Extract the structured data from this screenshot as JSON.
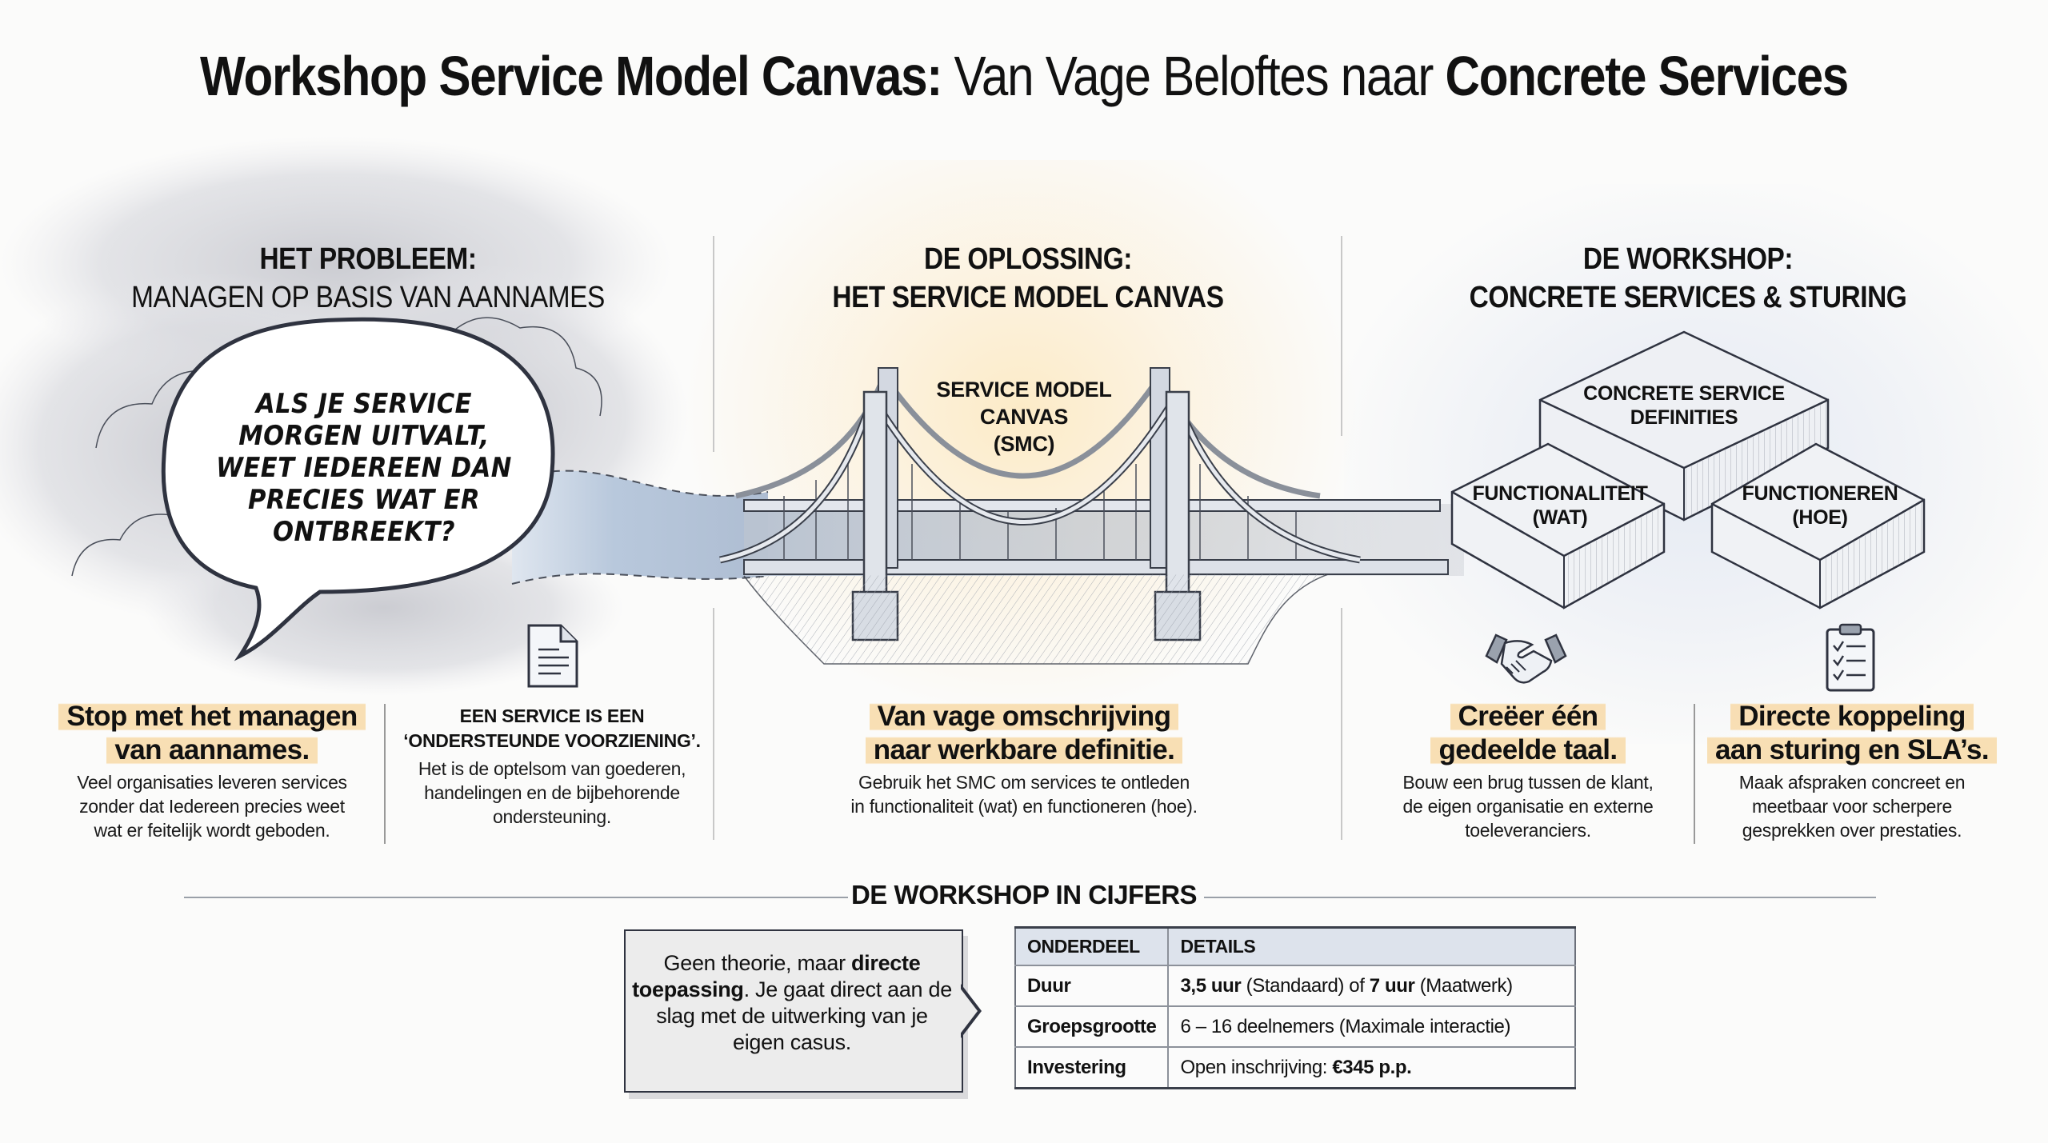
{
  "title": {
    "bold_part": "Workshop Service Model Canvas:",
    "light_part": "Van Vage Beloftes naar",
    "bold_end": "Concrete Services"
  },
  "columns": [
    {
      "id": "probleem",
      "heading_line1": "HET PROBLEEM:",
      "heading_line2": "MANAGEN OP BASIS VAN AANNAMES",
      "speech_bubble": "ALS JE SERVICE MORGEN UITVALT, WEET IEDEREEN DAN PRECIES WAT ER ONTBREEKT?",
      "speech_bubble_lines": [
        "ALS JE SERVICE",
        "MORGEN UITVALT,",
        "WEET IEDEREEN DAN",
        "PRECIES WAT ER",
        "ONTBREEKT?"
      ],
      "features": [
        {
          "title_lines": [
            "Stop met het managen",
            "van aannames."
          ],
          "description_lines": [
            "Veel organisaties leveren services",
            "zonder dat Iedereen precies weet",
            "wat er feitelijk wordt geboden."
          ],
          "icon": null
        },
        {
          "caption_lines": [
            "EEN SERVICE IS EEN",
            "‘ONDERSTEUNDE VOORZIENING’."
          ],
          "description_lines": [
            "Het is de optelsom van goederen,",
            "handelingen en de bijbehorende",
            "ondersteuning."
          ],
          "icon": "document-icon"
        }
      ]
    },
    {
      "id": "oplossing",
      "heading_line1": "DE OPLOSSING:",
      "heading_line2": "HET SERVICE MODEL CANVAS",
      "bridge_label_lines": [
        "SERVICE MODEL",
        "CANVAS",
        "(SMC)"
      ],
      "features": [
        {
          "title_lines": [
            "Van vage omschrijving",
            "naar werkbare definitie."
          ],
          "description_lines": [
            "Gebruik het SMC om services te ontleden",
            "in functionaliteit (wat) en functioneren (hoe)."
          ]
        }
      ]
    },
    {
      "id": "workshop",
      "heading_line1": "DE WORKSHOP:",
      "heading_line2": "CONCRETE SERVICES & STURING",
      "blocks": [
        {
          "label_lines": [
            "CONCRETE SERVICE",
            "DEFINITIES"
          ]
        },
        {
          "label_lines": [
            "FUNCTIONALITEIT",
            "(WAT)"
          ]
        },
        {
          "label_lines": [
            "FUNCTIONEREN",
            "(HOE)"
          ]
        }
      ],
      "features": [
        {
          "title_lines": [
            "Creëer één",
            "gedeelde taal."
          ],
          "description_lines": [
            "Bouw een brug tussen de klant,",
            "de eigen organisatie en externe",
            "toeleveranciers."
          ],
          "icon": "handshake-icon"
        },
        {
          "title_lines": [
            "Directe koppeling",
            "aan sturing en SLA’s."
          ],
          "description_lines": [
            "Maak afspraken concreet en",
            "meetbaar voor scherpere",
            "gesprekken over prestaties."
          ],
          "icon": "clipboard-checklist-icon"
        }
      ]
    }
  ],
  "cijfers": {
    "section_title": "DE WORKSHOP IN CIJFERS",
    "callout": {
      "text_pre": "Geen theorie, maar ",
      "text_bold": "directe toepassing",
      "text_post": ". Je gaat direct aan de slag met de uitwerking van je eigen casus."
    },
    "table": {
      "headers": [
        "ONDERDEEL",
        "DETAILS"
      ],
      "rows": [
        {
          "key": "Duur",
          "b1": "3,5 uur",
          "t1": " (Standaard) of ",
          "b2": "7 uur",
          "t2": " (Maatwerk)"
        },
        {
          "key": "Groepsgrootte",
          "b1": "",
          "t1": "6 – 16 deelnemers (Maximale interactie)",
          "b2": "",
          "t2": ""
        },
        {
          "key": "Investering",
          "b1": "",
          "t1": "Open inschrijving: ",
          "b2": "€345 p.p.",
          "t2": ""
        }
      ]
    }
  },
  "colors": {
    "highlight": "#f8daa8",
    "ink": "#2f3340",
    "bridge_steel": "#c9d0dc",
    "bridge_deck": "#b9c6d8",
    "table_header_bg": "#dde3ec",
    "warm_glow": "#fce8be",
    "cloud_grey": "#d6d7dc"
  }
}
